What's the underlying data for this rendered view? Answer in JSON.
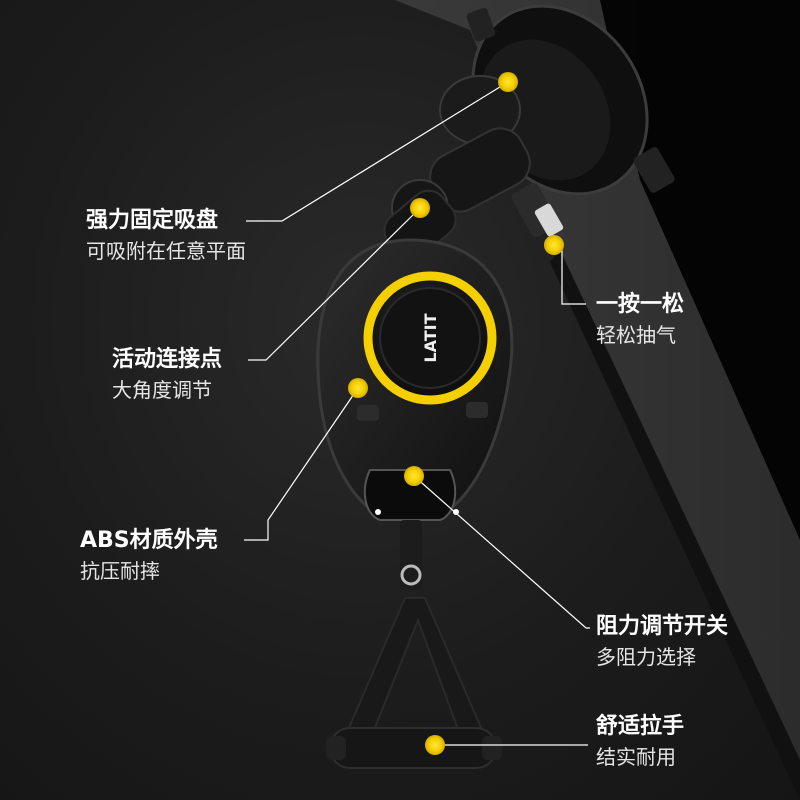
{
  "brand": {
    "logo_text": "LATIT"
  },
  "accent_color": "#f5d000",
  "callouts": [
    {
      "id": "suction",
      "title": "强力固定吸盘",
      "subtitle": "可吸附在任意平面"
    },
    {
      "id": "release",
      "title": "一按一松",
      "subtitle": "轻松抽气"
    },
    {
      "id": "joint",
      "title": "活动连接点",
      "subtitle": "大角度调节"
    },
    {
      "id": "shell",
      "title": "ABS材质外壳",
      "subtitle": "抗压耐摔"
    },
    {
      "id": "resistance",
      "title": "阻力调节开关",
      "subtitle": "多阻力选择"
    },
    {
      "id": "handle",
      "title": "舒适拉手",
      "subtitle": "结实耐用"
    }
  ]
}
